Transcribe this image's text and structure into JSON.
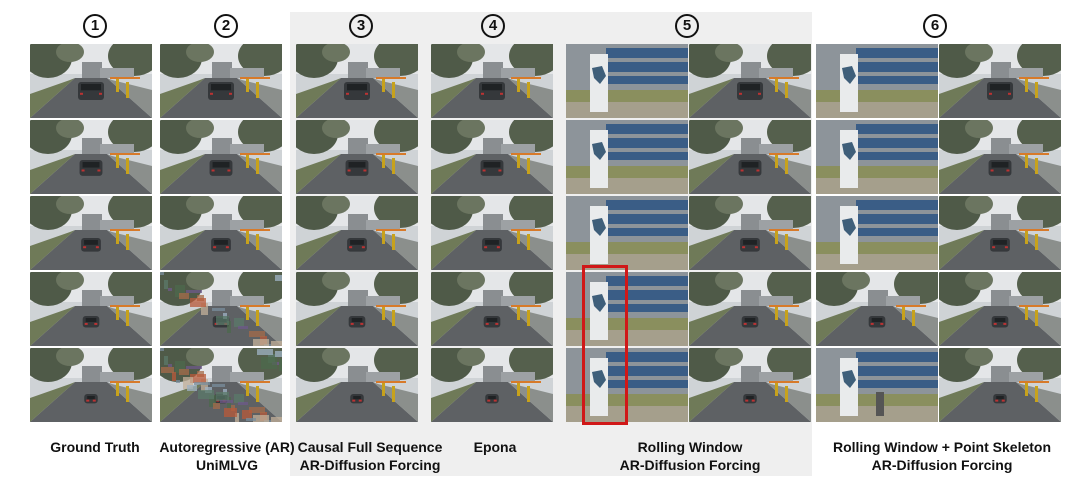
{
  "columns": [
    {
      "number": "1",
      "caption": [
        "Ground Truth"
      ]
    },
    {
      "number": "2",
      "caption": [
        "Autoregressive (AR)",
        "UniMLVG"
      ]
    },
    {
      "number": "3",
      "caption": [
        "Causal Full Sequence",
        "AR-Diffusion Forcing"
      ]
    },
    {
      "number": "4",
      "caption": [
        "Epona"
      ]
    },
    {
      "number": "5",
      "caption": [
        "Rolling Window",
        "AR-Diffusion Forcing"
      ]
    },
    {
      "number": "6",
      "caption": [
        "Rolling Window + Point Skeleton",
        "AR-Diffusion Forcing"
      ]
    }
  ],
  "colors": {
    "highlight": "#d01818",
    "group_shade": "#efefef"
  }
}
